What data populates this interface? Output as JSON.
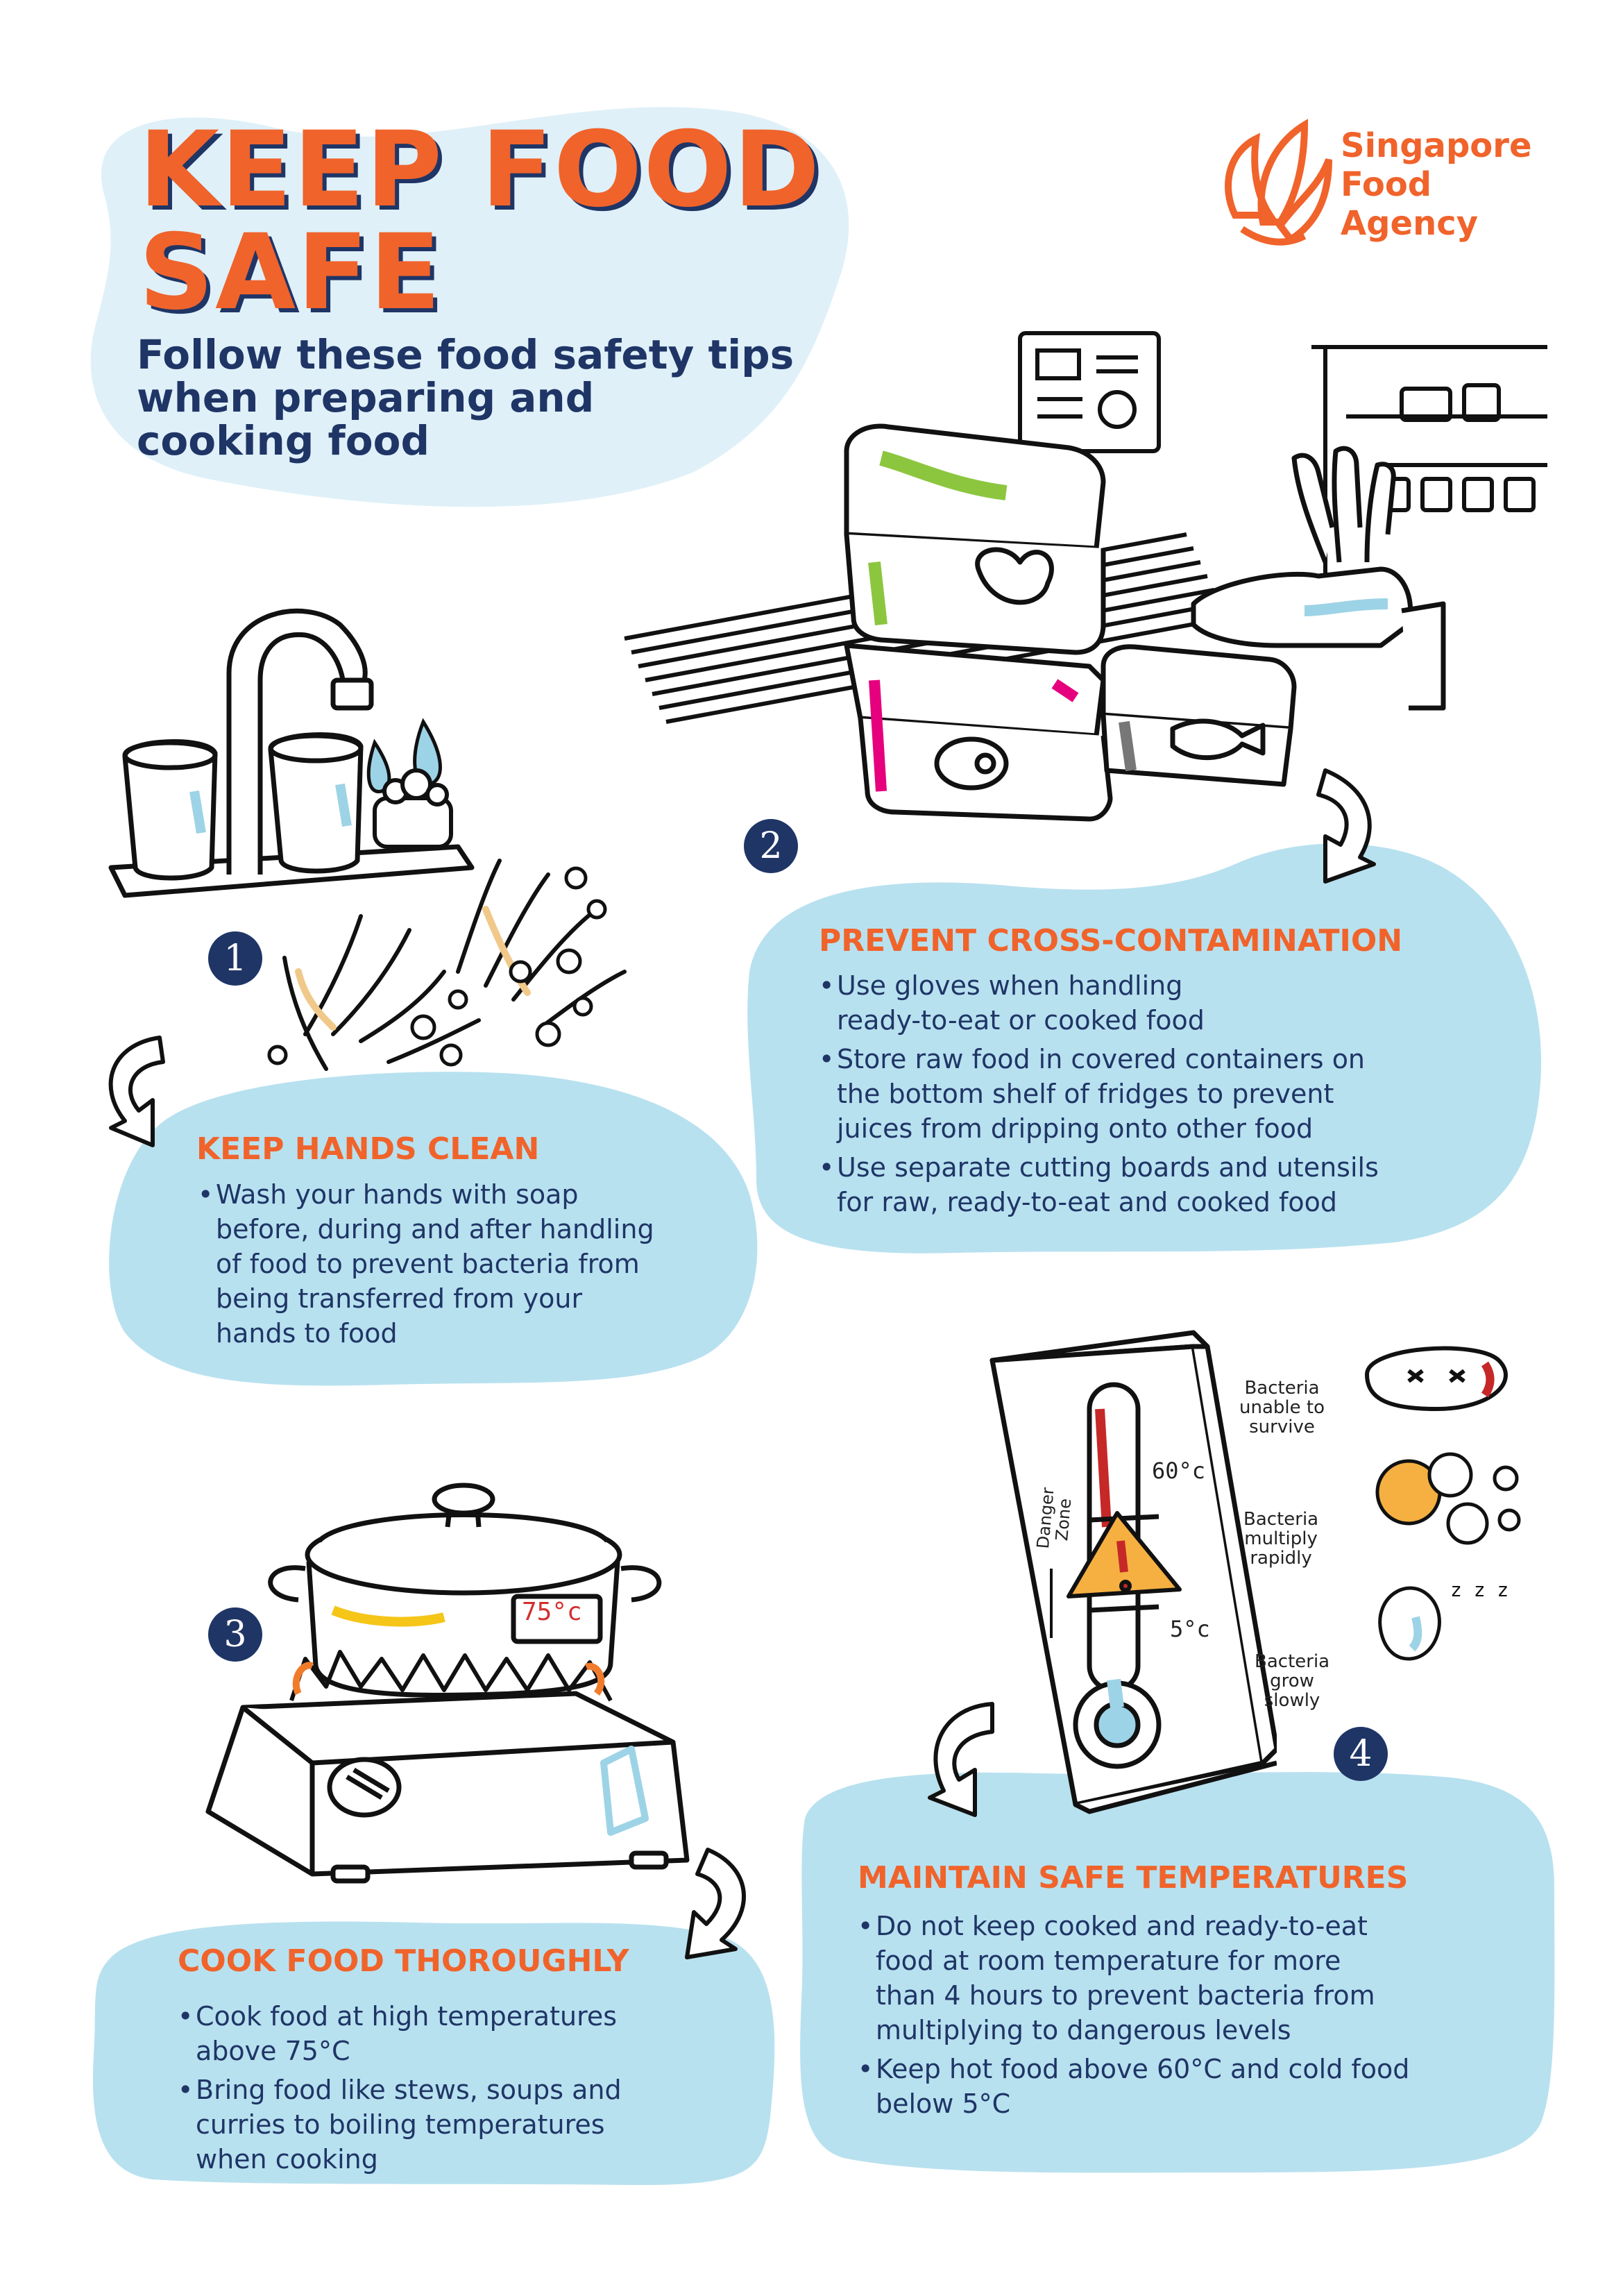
{
  "title": {
    "line1": "KEEP FOOD",
    "line2": "SAFE"
  },
  "subtitle": [
    "Follow these food safety tips",
    "when preparing and",
    "cooking food"
  ],
  "logo": {
    "lines": [
      "Singapore",
      "Food",
      "Agency"
    ]
  },
  "colors": {
    "accent": "#f0632b",
    "navy": "#1f3566",
    "blob": "#b8e1ef",
    "lightBlob": "#dff0f8"
  },
  "sections": [
    {
      "number": "1",
      "heading": "KEEP HANDS CLEAN",
      "bullets": [
        [
          "Wash your hands with soap",
          "before, during and after handling",
          "of food to prevent bacteria from",
          "being transferred from your",
          "hands to food"
        ]
      ],
      "icons": [
        "tap-icon",
        "soap-icon",
        "washing-hands-icon"
      ]
    },
    {
      "number": "2",
      "heading": "PREVENT CROSS-CONTAMINATION",
      "bullets": [
        [
          "Use gloves when handling",
          "ready-to-eat or cooked food"
        ],
        [
          "Store raw food in covered containers on",
          "the bottom shelf of fridges to prevent",
          "juices from dripping onto other food"
        ],
        [
          "Use separate cutting boards and utensils",
          "for raw, ready-to-eat and cooked food"
        ]
      ],
      "icons": [
        "fridge-shelf-icon",
        "food-container-icon",
        "gloved-hand-icon"
      ]
    },
    {
      "number": "3",
      "heading": "COOK FOOD THOROUGHLY",
      "bullets": [
        [
          "Cook food at high temperatures",
          "above 75°C"
        ],
        [
          "Bring food like stews, soups and",
          "curries to boiling temperatures",
          "when cooking"
        ]
      ],
      "pot_label": "75°c",
      "icons": [
        "pot-icon",
        "stove-icon",
        "flame-icon"
      ]
    },
    {
      "number": "4",
      "heading": "MAINTAIN SAFE TEMPERATURES",
      "bullets": [
        [
          "Do not keep cooked and ready-to-eat",
          "food at room temperature for more",
          "than 4 hours to prevent bacteria from",
          "multiplying to dangerous levels"
        ],
        [
          "Keep hot food above 60°C and cold food",
          "below 5°C"
        ]
      ],
      "thermometer": {
        "high": "60°c",
        "low": "5°c",
        "zone": [
          "Danger",
          "Zone"
        ],
        "labels": [
          [
            "Bacteria",
            "unable to",
            "survive"
          ],
          [
            "Bacteria",
            "multiply",
            "rapidly"
          ],
          [
            "Bacteria",
            "grow",
            "slowly"
          ]
        ]
      },
      "icons": [
        "thermometer-icon",
        "warning-icon",
        "bacteria-icon"
      ]
    }
  ]
}
